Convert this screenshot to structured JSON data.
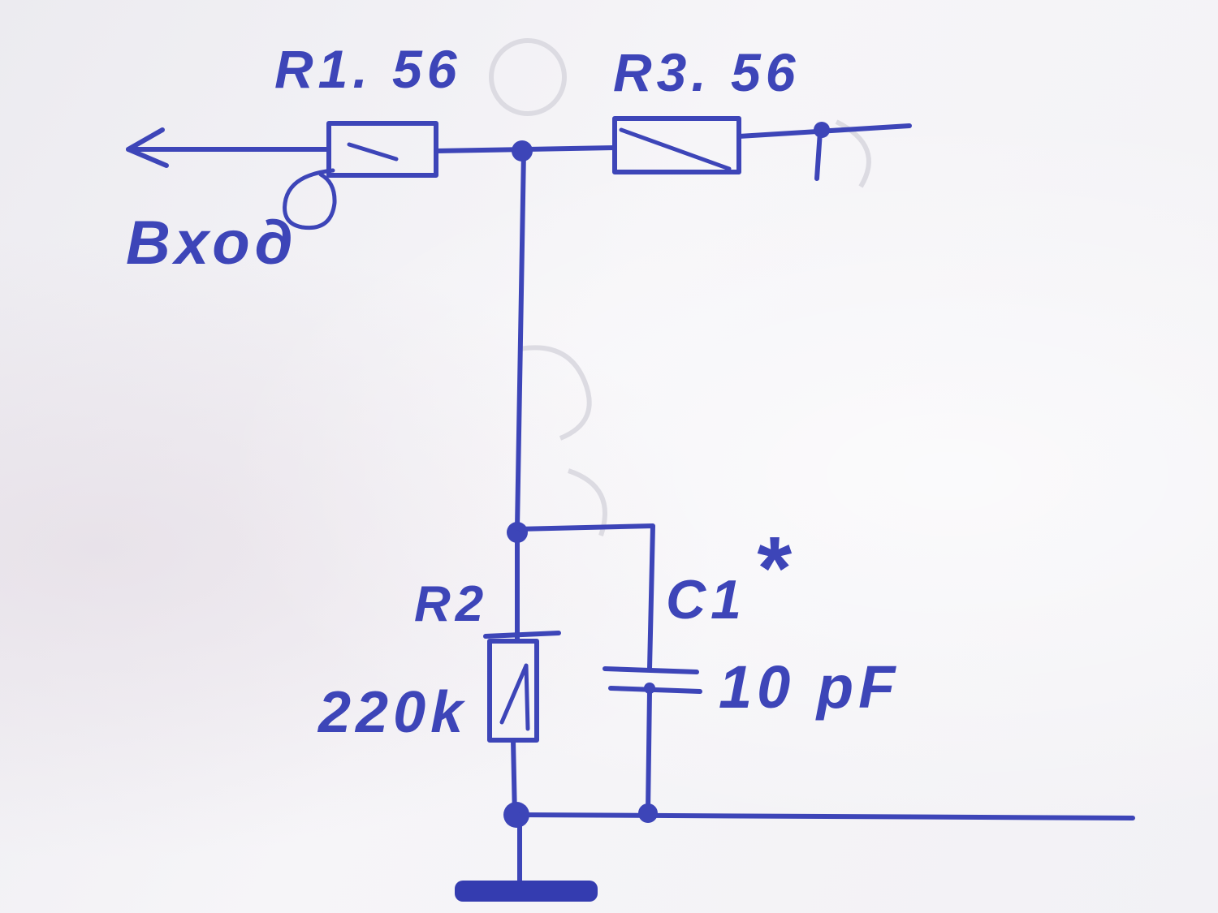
{
  "colors": {
    "ink": "#3d45b8",
    "paper": "#f4f3f6"
  },
  "labels": {
    "r1": "R1. 56",
    "r3": "R3. 56",
    "input": "Вход",
    "r2": "R2",
    "r2_value": "220k",
    "c1": "C1",
    "c1_mark": "*",
    "c1_value": "10 pF"
  }
}
